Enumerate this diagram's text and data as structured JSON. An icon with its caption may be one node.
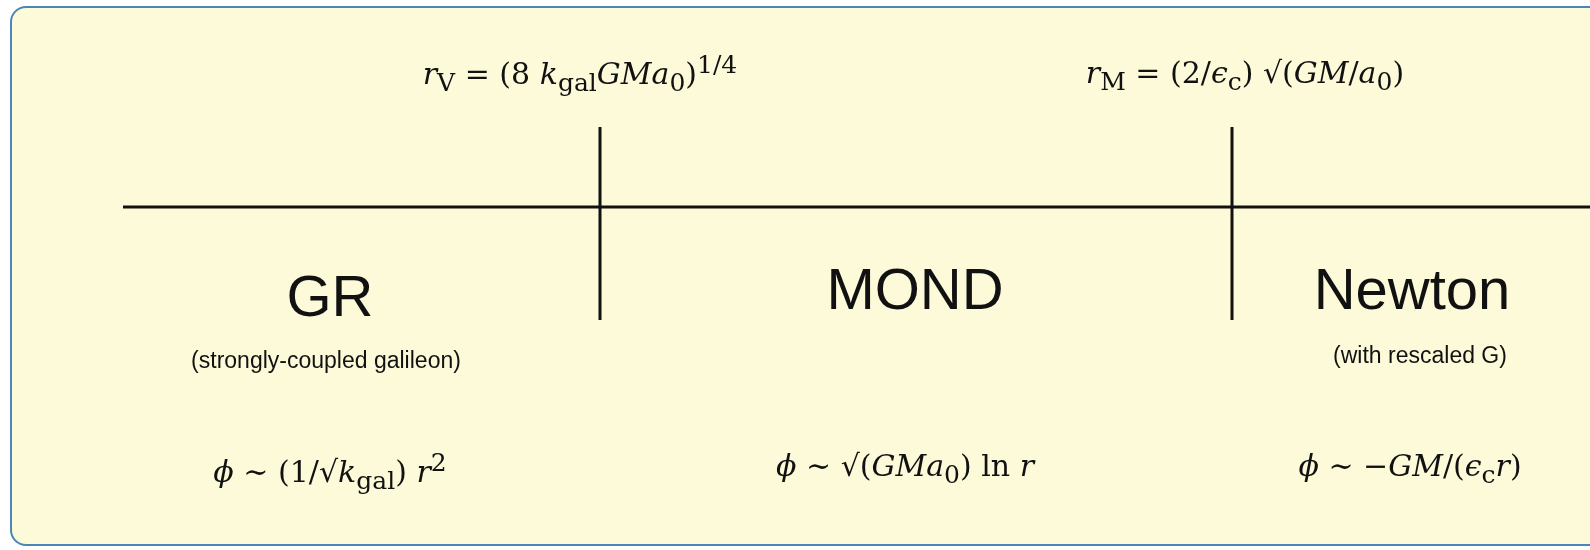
{
  "diagram": {
    "labels": [
      "*r*$_{V}$ = (8 *k*$_{gal}$*GMa*$_{0}$)$^{1/4}$",
      "*r*$_{M}$ = (2/*ϵ*$_{c}$) √(*GM*/*a*$_{0}$)",
      "GR",
      "MOND",
      "Newton",
      "(strongly-coupled galileon)",
      "(with rescaled G)",
      "*ϕ* ∼ (1/√*k*$_{gal}$) *r*$^{2}$",
      "*ϕ* ∼ √(*GMa*$_{0}$) ln *r*",
      "*ϕ* ∼ −*GM*/(*ϵ*$_{c}$*r*)"
    ]
  }
}
